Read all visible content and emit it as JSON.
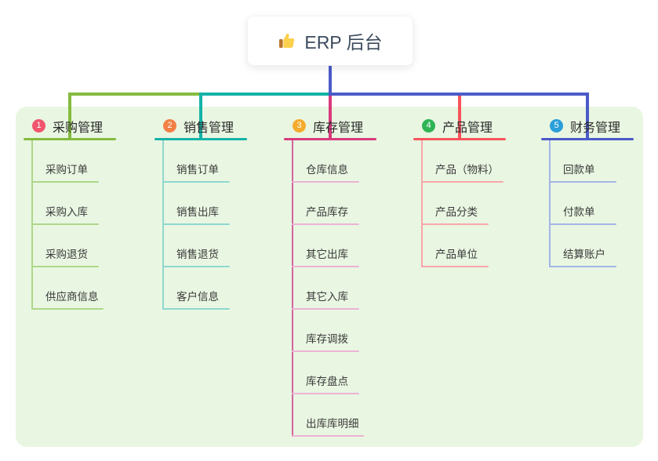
{
  "root": {
    "icon": "thumbs-up-icon",
    "title": "ERP 后台",
    "connector_color": "#4a5bc8"
  },
  "container_bg": "#e9f6e2",
  "branches": [
    {
      "num": "1",
      "label": "采购管理",
      "badge_color": "#f1566d",
      "line_color": "#85bb40",
      "child_line_color": "#aed789",
      "child_underline_color": "#aed789",
      "children": [
        "采购订单",
        "采购入库",
        "采购退货",
        "供应商信息"
      ]
    },
    {
      "num": "2",
      "label": "销售管理",
      "badge_color": "#f28044",
      "line_color": "#14b3a7",
      "child_line_color": "#8ed8d0",
      "child_underline_color": "#8ed8d0",
      "children": [
        "销售订单",
        "销售出库",
        "销售退货",
        "客户信息"
      ]
    },
    {
      "num": "3",
      "label": "库存管理",
      "badge_color": "#f5ab2e",
      "line_color": "#d93a7c",
      "child_line_color": "#d2649e",
      "child_underline_color": "#ecb3d4",
      "children": [
        "仓库信息",
        "产品库存",
        "其它出库",
        "其它入库",
        "库存调拨",
        "库存盘点",
        "出库库明细"
      ]
    },
    {
      "num": "4",
      "label": "产品管理",
      "badge_color": "#2eb454",
      "line_color": "#f8545c",
      "child_line_color": "#f8a6aa",
      "child_underline_color": "#f8a6aa",
      "children": [
        "产品（物料）",
        "产品分类",
        "产品单位"
      ]
    },
    {
      "num": "5",
      "label": "财务管理",
      "badge_color": "#2b9fd9",
      "line_color": "#4a5bc8",
      "child_line_color": "#a4b5e6",
      "child_underline_color": "#a4b5e6",
      "children": [
        "回款单",
        "付款单",
        "结算账户"
      ]
    }
  ]
}
